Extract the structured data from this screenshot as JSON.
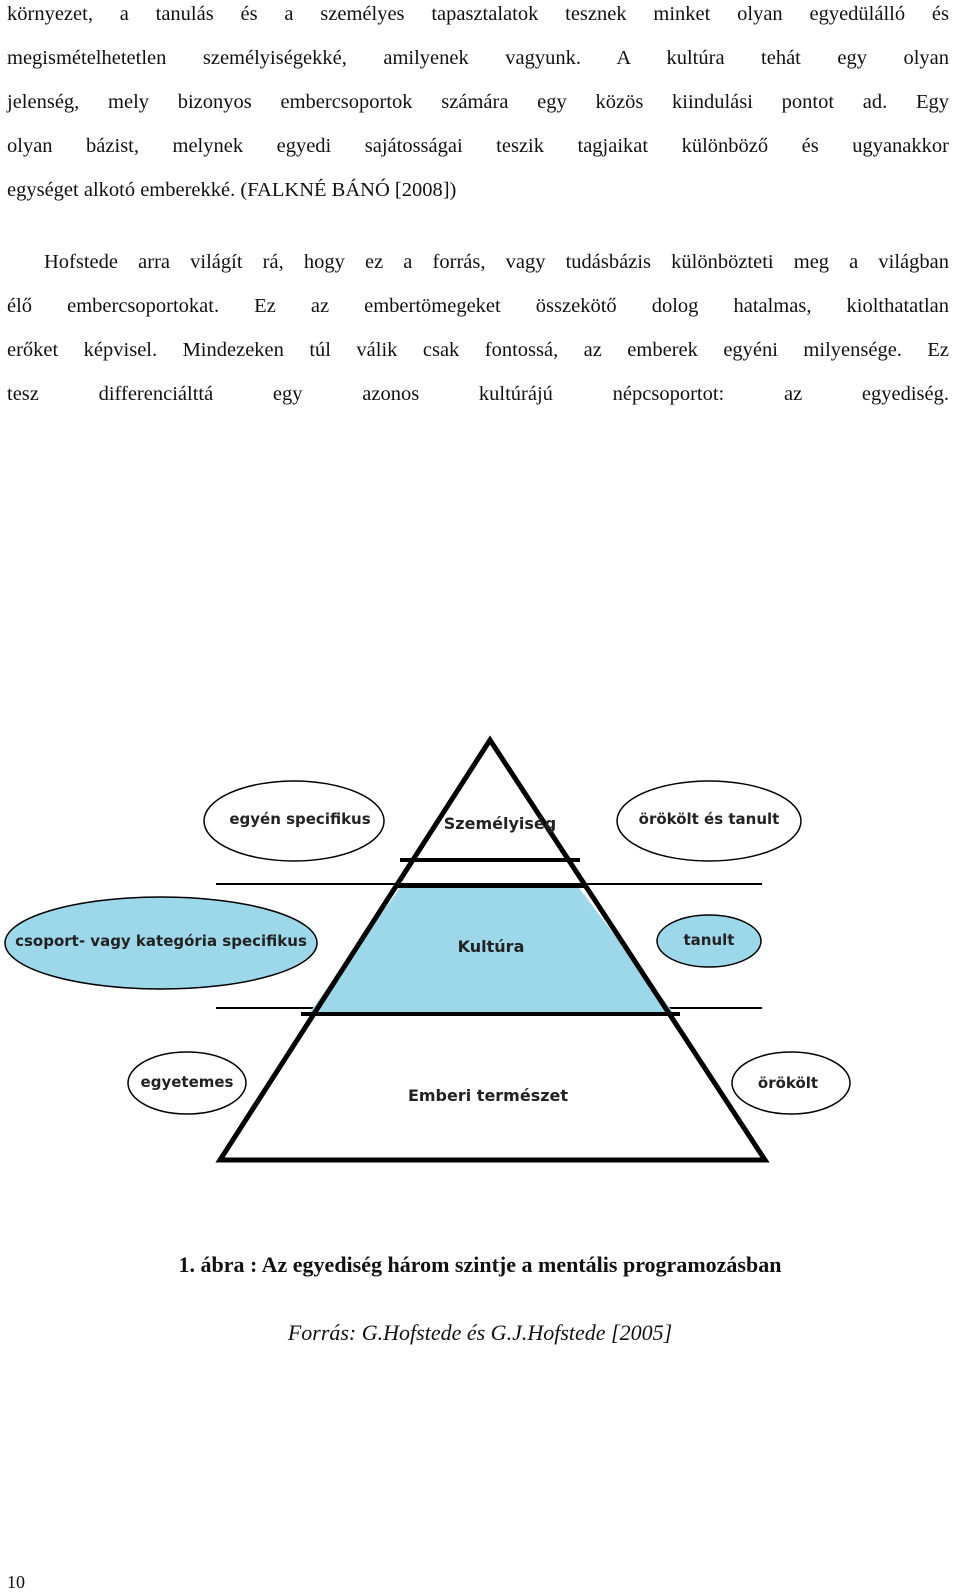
{
  "paragraph1": {
    "lines": [
      "környezet, a tanulás és a személyes tapasztalatok tesznek minket olyan egyedülálló és",
      "megismételhetetlen személyiségekké, amilyenek vagyunk. A kultúra tehát egy olyan",
      "jelenség, mely bizonyos embercsoportok számára egy közös kiindulási pontot ad. Egy",
      "olyan bázist, melynek egyedi sajátosságai teszik tagjaikat különböző és ugyanakkor",
      "egységet alkotó emberekké. (FALKNÉ BÁNÓ [2008])"
    ]
  },
  "paragraph2": {
    "lines": [
      "Hofstede arra világít rá, hogy ez a forrás, vagy tudásbázis különbözteti meg a világban",
      "élő embercsoportokat. Ez az embertömegeket összekötő dolog hatalmas, kiolthatatlan",
      "erőket képvisel. Mindezeken túl válik csak fontossá, az emberek egyéni milyensége. Ez",
      "tesz differenciálttá egy azonos kultúrájú népcsoportot: az egyediség."
    ]
  },
  "diagram": {
    "levels": {
      "top": "Személyiség",
      "middle": "Kultúra",
      "bottom": "Emberi természet"
    },
    "ovals": {
      "top_left": "egyén specifikus",
      "top_right": "örökölt és tanult",
      "middle_left": "csoport- vagy kategória specifikus",
      "middle_right": "tanult",
      "bottom_left": "egyetemes",
      "bottom_right": "örökölt"
    },
    "colors": {
      "culture_fill": "#9dd8ea",
      "oval_fill_white": "#ffffff",
      "outline": "#000000"
    }
  },
  "caption": "1. ábra : Az egyediség három szintje a mentális programozásban",
  "source": "Forrás: G.Hofstede és G.J.Hofstede [2005]",
  "page_number": "10"
}
